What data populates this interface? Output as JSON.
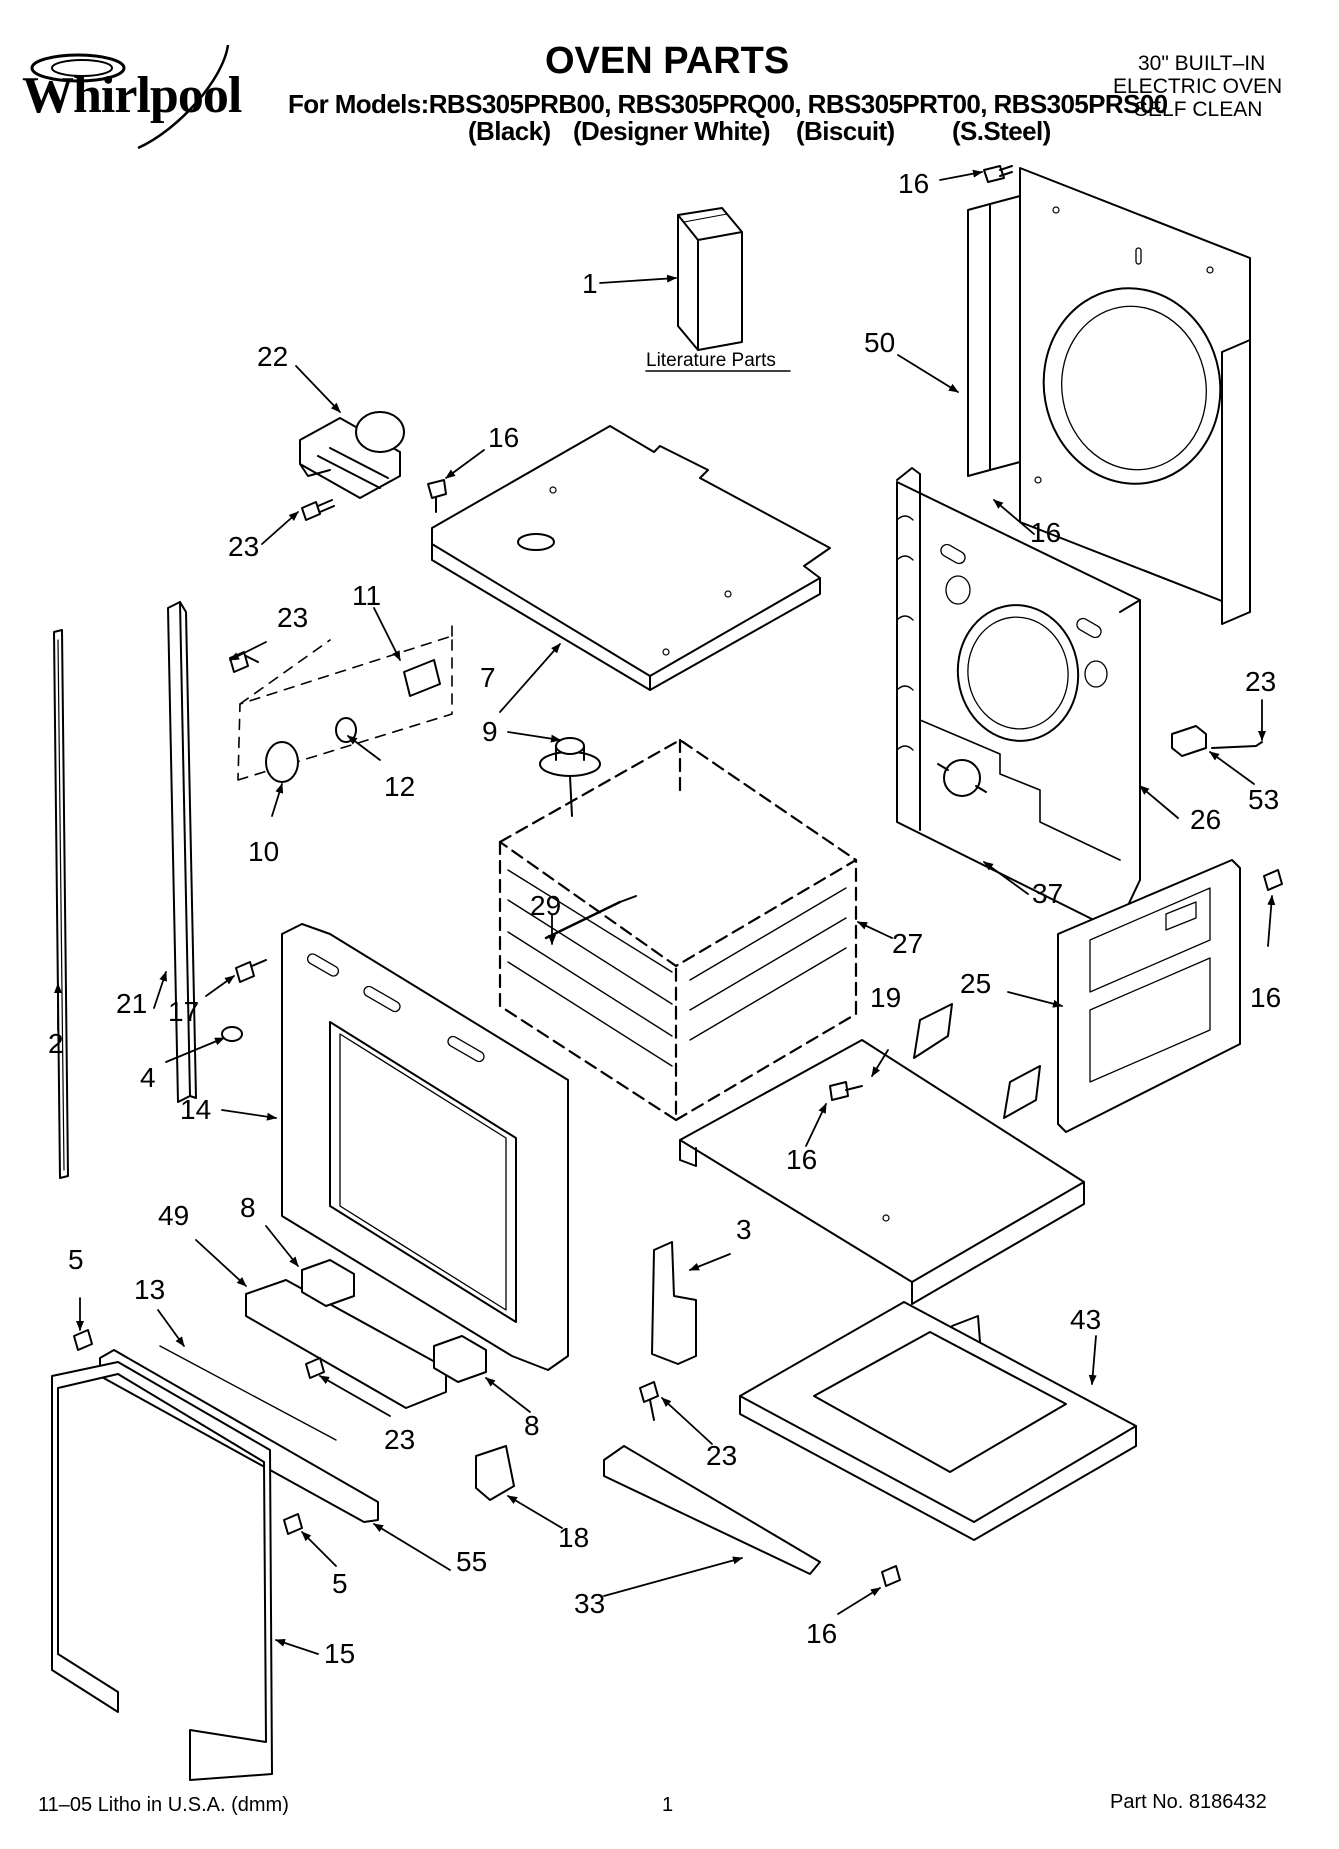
{
  "brand": {
    "name": "Whirlpool"
  },
  "header": {
    "title": "OVEN PARTS",
    "models_line": "For Models:RBS305PRB00, RBS305PRQ00, RBS305PRT00, RBS305PRS00",
    "colors": [
      "(Black)",
      "(Designer White)",
      "(Biscuit)",
      "(S.Steel)"
    ],
    "product_lines": [
      "30\" BUILT–IN",
      "ELECTRIC OVEN",
      "SELF CLEAN"
    ]
  },
  "literature_label": "Literature Parts",
  "callouts": [
    "16",
    "1",
    "50",
    "22",
    "16",
    "23",
    "16",
    "23",
    "11",
    "7",
    "23",
    "9",
    "12",
    "10",
    "53",
    "26",
    "29",
    "27",
    "37",
    "21",
    "17",
    "4",
    "2",
    "14",
    "19",
    "25",
    "16",
    "16",
    "3",
    "8",
    "49",
    "5",
    "13",
    "43",
    "8",
    "23",
    "23",
    "55",
    "18",
    "5",
    "33",
    "16",
    "15"
  ],
  "footer": {
    "left": "11–05 Litho in U.S.A. (dmm)",
    "center": "1",
    "right": "Part No. 8186432"
  },
  "colors": {
    "line": "#000000",
    "background": "#ffffff"
  }
}
